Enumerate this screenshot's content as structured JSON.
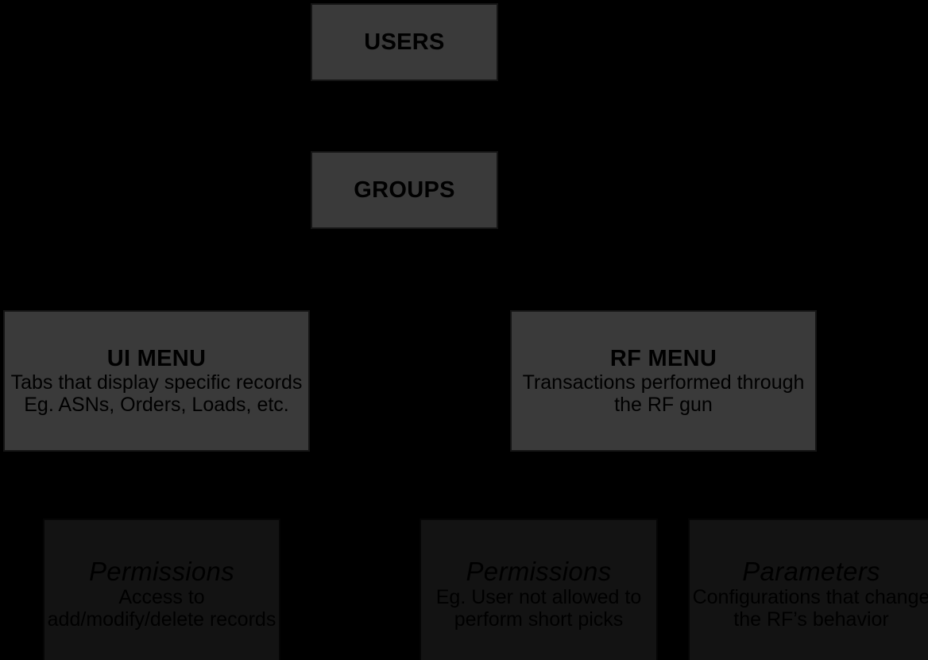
{
  "diagram": {
    "type": "hierarchy-flowchart",
    "background_color": "#000000",
    "node_fill_upper": "#3a3a3a",
    "node_fill_lower": "#131313",
    "text_color": "#000000",
    "nodes": [
      {
        "id": "users",
        "title": "USERS",
        "desc": "",
        "tier": 1
      },
      {
        "id": "groups",
        "title": "GROUPS",
        "desc": "",
        "tier": 2
      },
      {
        "id": "ui_menu",
        "title": "UI MENU",
        "desc": "Tabs that display specific records\nEg. ASNs, Orders, Loads, etc.",
        "tier": 3
      },
      {
        "id": "rf_menu",
        "title": "RF MENU",
        "desc": "Transactions performed through the RF gun",
        "tier": 3
      },
      {
        "id": "ui_permissions",
        "title": "Permissions",
        "desc": "Access to add/modify/delete records",
        "tier": 4
      },
      {
        "id": "rf_permissions",
        "title": "Permissions",
        "desc": "Eg. User not allowed to perform short picks",
        "tier": 4
      },
      {
        "id": "rf_parameters",
        "title": "Parameters",
        "desc": "Configurations that change the RF’s behavior",
        "tier": 4
      }
    ],
    "edges": [
      {
        "from": "users",
        "to": "groups"
      },
      {
        "from": "groups",
        "to": "ui_menu"
      },
      {
        "from": "groups",
        "to": "rf_menu"
      },
      {
        "from": "ui_menu",
        "to": "ui_permissions"
      },
      {
        "from": "rf_menu",
        "to": "rf_permissions"
      },
      {
        "from": "rf_menu",
        "to": "rf_parameters"
      }
    ]
  }
}
